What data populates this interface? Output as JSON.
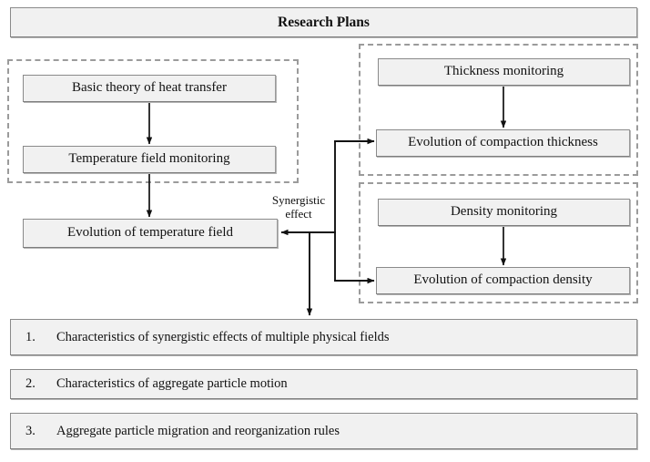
{
  "title": {
    "text": "Research Plans"
  },
  "groups": {
    "temperature_group_label": "temperature-field-group",
    "thickness_group_label": "thickness-group",
    "density_group_label": "density-group"
  },
  "nodes": {
    "basic_theory": "Basic theory of heat transfer",
    "temperature_monitoring": "Temperature field monitoring",
    "temperature_evolution": "Evolution of temperature field",
    "thickness_monitoring": "Thickness monitoring",
    "thickness_evolution": "Evolution of compaction thickness",
    "density_monitoring": "Density monitoring",
    "density_evolution": "Evolution of compaction density"
  },
  "edges": {
    "synergistic_label_line1": "Synergistic",
    "synergistic_label_line2": "effect"
  },
  "outcomes": [
    {
      "number": "1.",
      "text": "Characteristics of synergistic effects of multiple physical fields"
    },
    {
      "number": "2.",
      "text": "Characteristics of aggregate particle motion"
    },
    {
      "number": "3.",
      "text": "Aggregate particle migration and reorganization rules"
    }
  ],
  "colors": {
    "box_fill": "#f1f1f1",
    "box_border": "#8a8a8a",
    "dashed_border": "#9b9b9b",
    "connector": "#111111",
    "text": "#111111",
    "background": "#ffffff"
  }
}
